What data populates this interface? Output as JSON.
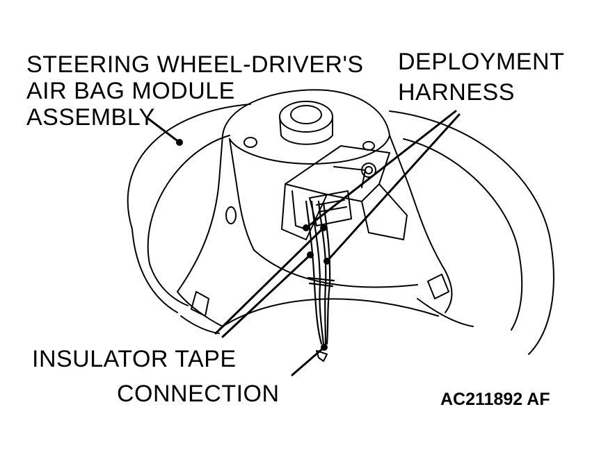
{
  "labels": {
    "wheel_line1": "STEERING WHEEL-DRIVER'S",
    "wheel_line2": "AIR BAG MODULE",
    "wheel_line3": "ASSEMBLY",
    "harness_line1": "DEPLOYMENT",
    "harness_line2": "HARNESS",
    "tape_line1": "INSULATOR TAPE",
    "connection_line1": "CONNECTION",
    "figure_code": "AC211892 AF"
  }
}
